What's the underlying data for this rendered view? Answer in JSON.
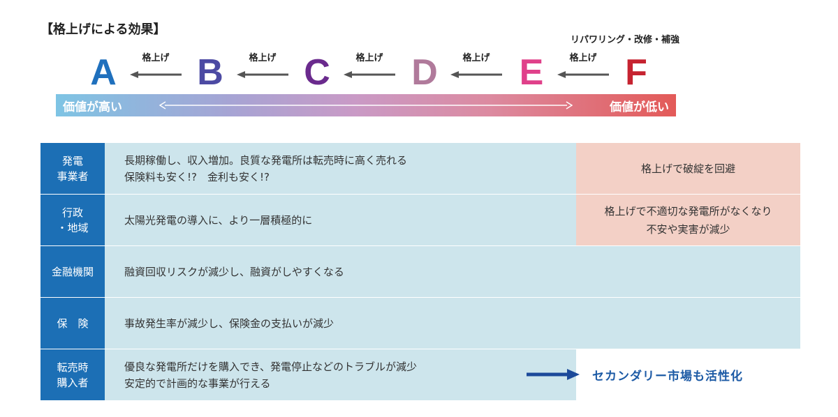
{
  "title": "【格上げによる効果】",
  "upgrade_note": "リパワリング・改修・補強",
  "grades": [
    {
      "label": "A",
      "color": "#1f70bd"
    },
    {
      "label": "B",
      "color": "#4c4aa3"
    },
    {
      "label": "C",
      "color": "#6a2a8d"
    },
    {
      "label": "D",
      "color": "#b07a9b"
    },
    {
      "label": "E",
      "color": "#e0408a"
    },
    {
      "label": "F",
      "color": "#c62330"
    }
  ],
  "step_label": "格上げ",
  "value_bar": {
    "high": "価値が高い",
    "low": "価値が低い"
  },
  "rows": [
    {
      "category": "発電\n事業者",
      "desc": "長期稼働し、収入増加。良質な発電所は転売時に高く売れる\n保険料も安く!?　金利も安く!?",
      "note": "格上げで破綻を回避"
    },
    {
      "category": "行政\n・地域",
      "desc": "太陽光発電の導入に、より一層積極的に",
      "note": "格上げで不適切な発電所がなくなり\n不安や実害が減少"
    },
    {
      "category": "金融機関",
      "desc": "融資回収リスクが減少し、融資がしやすくなる"
    },
    {
      "category": "保　険",
      "desc": "事故発生率が減少し、保険金の支払いが減少"
    },
    {
      "category": "転売時\n購入者",
      "desc": "優良な発電所だけを購入でき、発電停止などのトラブルが減少\n安定的で計画的な事業が行える",
      "note": "セカンダリー市場も活性化"
    }
  ],
  "colors": {
    "category_bg": "#1c6fb5",
    "body_bg": "#cde5ec",
    "pink_bg": "#f3d0c6",
    "market_text": "#1c5aa5",
    "gray_arrow": "#555555",
    "blue_arrow": "#1c4a9a"
  }
}
